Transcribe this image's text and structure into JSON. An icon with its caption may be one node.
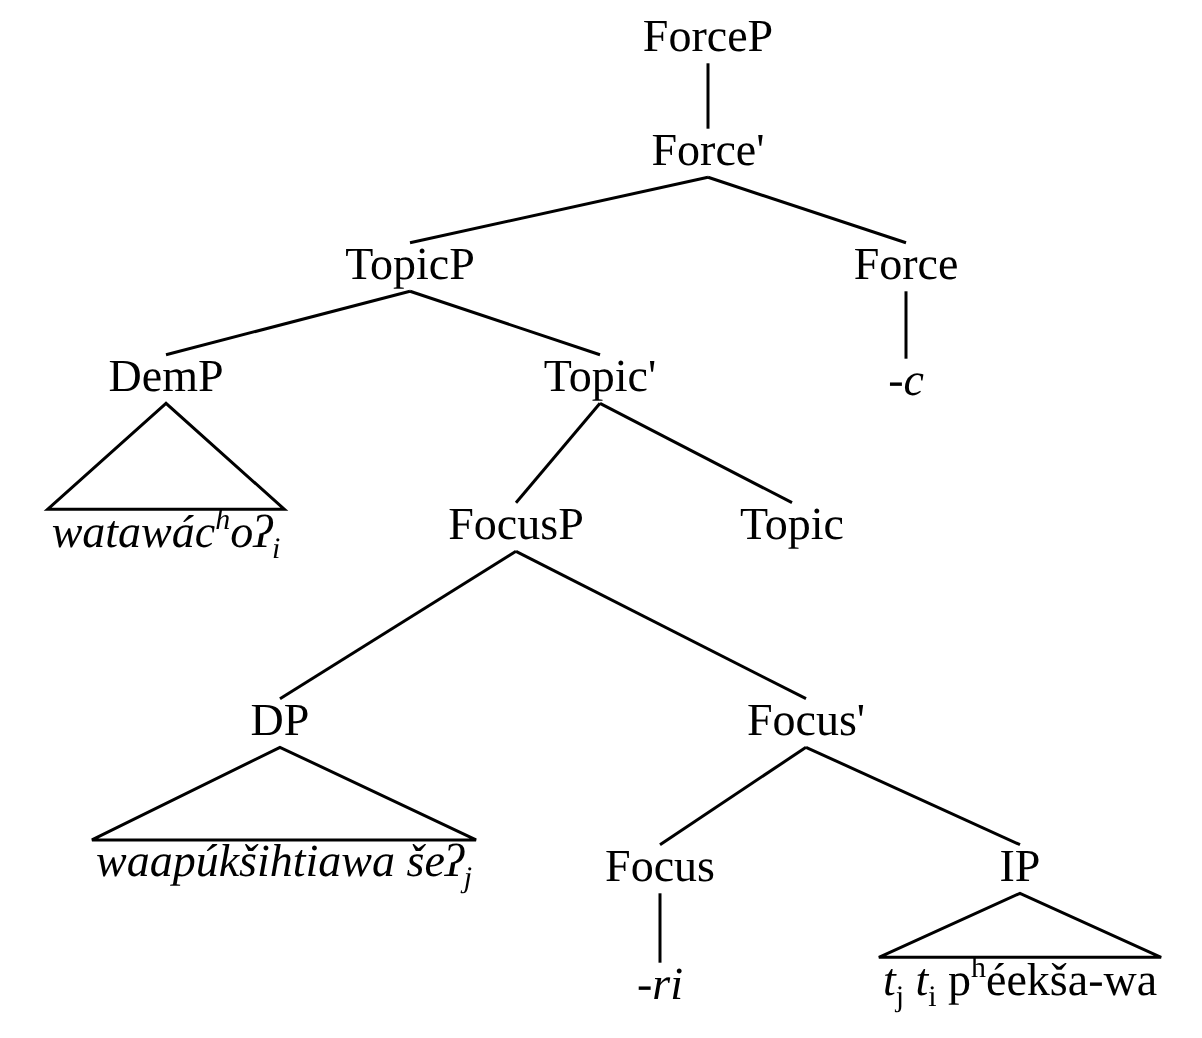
{
  "diagram": {
    "nodes": [
      {
        "text": [
          "ForceP"
        ]
      },
      {
        "text": [
          "Force'"
        ]
      },
      {
        "text": [
          "TopicP"
        ]
      },
      {
        "text": [
          "Force"
        ]
      },
      {
        "text": [
          "DemP"
        ]
      },
      {
        "text": [
          "Topic'"
        ]
      },
      {
        "text": [
          "-c"
        ]
      },
      {
        "text": [
          "watawác$^{h}$oʔ$_{i}$"
        ]
      },
      {
        "text": [
          "FocusP"
        ]
      },
      {
        "text": [
          "Topic"
        ]
      },
      {
        "text": [
          "DP"
        ]
      },
      {
        "text": [
          "Focus'"
        ]
      },
      {
        "text": [
          "waapúkšihtiawa šeʔ$_{j}$"
        ]
      },
      {
        "text": [
          "Focus"
        ]
      },
      {
        "text": [
          "IP"
        ]
      },
      {
        "text": [
          "-ri"
        ]
      },
      {
        "text": [
          "*t*$_{j}$ *t*$_{i}$ p$^{h}$éekša-wa"
        ]
      }
    ],
    "edges": [
      {
        "from": 0,
        "to": 1,
        "arrow": "none"
      },
      {
        "from": 1,
        "to": 2,
        "arrow": "none"
      },
      {
        "from": 1,
        "to": 3,
        "arrow": "none"
      },
      {
        "from": 2,
        "to": 4,
        "arrow": "none"
      },
      {
        "from": 2,
        "to": 5,
        "arrow": "none"
      },
      {
        "from": 3,
        "to": 6,
        "arrow": "none"
      },
      {
        "from": 4,
        "to": 7,
        "arrow": "none"
      },
      {
        "from": 5,
        "to": 8,
        "arrow": "none"
      },
      {
        "from": 5,
        "to": 9,
        "arrow": "none"
      },
      {
        "from": 8,
        "to": 10,
        "arrow": "none"
      },
      {
        "from": 8,
        "to": 11,
        "arrow": "none"
      },
      {
        "from": 10,
        "to": 12,
        "arrow": "none"
      },
      {
        "from": 11,
        "to": 13,
        "arrow": "none"
      },
      {
        "from": 11,
        "to": 14,
        "arrow": "none"
      },
      {
        "from": 13,
        "to": 15,
        "arrow": "none"
      },
      {
        "from": 14,
        "to": 16,
        "arrow": "none"
      }
    ]
  }
}
